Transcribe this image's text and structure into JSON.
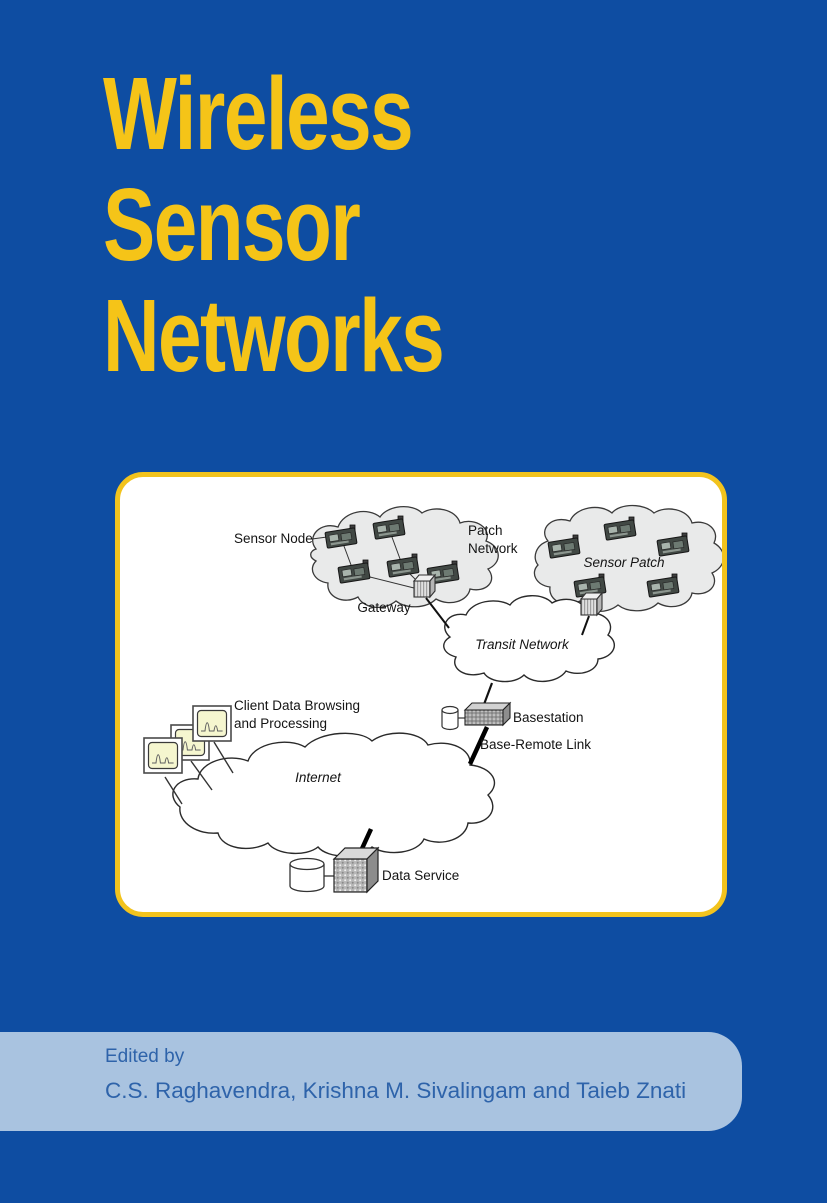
{
  "cover": {
    "title_lines": [
      "Wireless",
      "Sensor",
      "Networks"
    ],
    "colors": {
      "background": "#0e4da2",
      "title_text": "#f5c418",
      "panel_border": "#f2c31d",
      "panel_fill": "#ffffff",
      "band_fill": "#a9c3e0",
      "band_text": "#2e63aa",
      "blob_fill": "#e9eaea"
    }
  },
  "diagram": {
    "labels": {
      "sensor_node": "Sensor Node",
      "patch_network_line1": "Patch",
      "patch_network_line2": "Network",
      "sensor_patch": "Sensor Patch",
      "gateway": "Gateway",
      "transit_network": "Transit Network",
      "basestation": "Basestation",
      "base_remote_link": "Base-Remote Link",
      "client_line1": "Client Data Browsing",
      "client_line2": "and Processing",
      "internet": "Internet",
      "data_service": "Data Service"
    }
  },
  "footer": {
    "edited_by": "Edited by",
    "editors": "C.S. Raghavendra, Krishna M. Sivalingam and Taieb Znati"
  }
}
